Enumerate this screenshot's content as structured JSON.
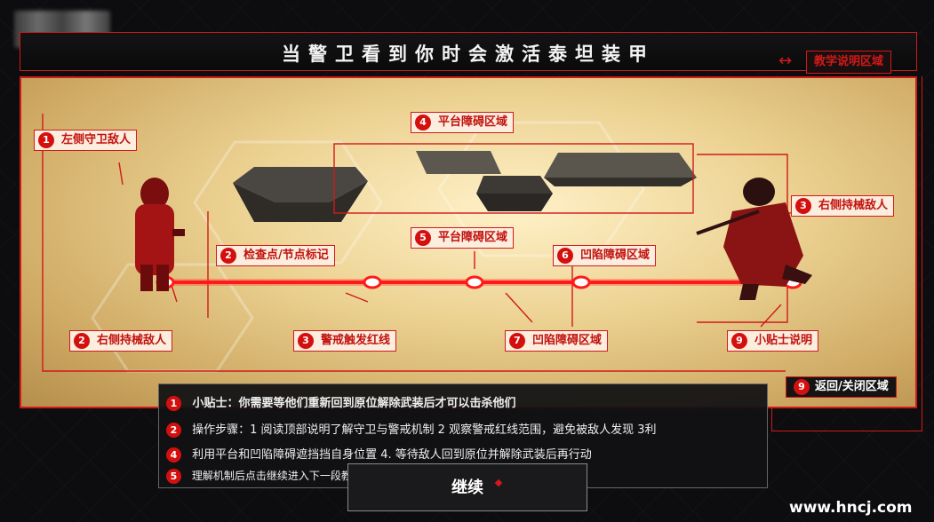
{
  "header": {
    "title": "当警卫看到你时会激活泰坦装甲"
  },
  "region_labels": {
    "teach": "教学说明区域",
    "back_close": "返回/关闭区域"
  },
  "annotations": {
    "left_guard": {
      "num": "1",
      "text": "左侧守卫敌人"
    },
    "checkpoint": {
      "num": "2",
      "text": "检查点/节点标记"
    },
    "right_armed_low": {
      "num": "2",
      "text": "右侧持械敌人"
    },
    "alert_line": {
      "num": "3",
      "text": "警戒触发红线"
    },
    "right_armed": {
      "num": "3",
      "text": "右侧持械敌人"
    },
    "platform_top": {
      "num": "4",
      "text": "平台障碍区域"
    },
    "platform_mid": {
      "num": "5",
      "text": "平台障碍区域"
    },
    "pit_upper": {
      "num": "6",
      "text": "凹陷障碍区域"
    },
    "pit_lower": {
      "num": "7",
      "text": "凹陷障碍区域"
    },
    "tips": {
      "num": "9",
      "text": "小贴士说明"
    },
    "back": {
      "num": "9"
    }
  },
  "instructions": [
    {
      "num": "1",
      "text": "小贴士：你需要等他们重新回到原位解除武装后才可以击杀他们"
    },
    {
      "num": "2",
      "text": "操作步骤：1  阅读顶部说明了解守卫与警戒机制 2 观察警戒红线范围，避免被敌人发现  3利"
    },
    {
      "num": "4",
      "text": "利用平台和凹陷障碍遮挡挡自身位置 4. 等待敌人回到原位并解除武装后再行动"
    },
    {
      "num": "5",
      "text": "理解机制后点击继续进入下一段教学"
    }
  ],
  "continue_label": "继续",
  "watermark": "www.hncj.com",
  "colors": {
    "accent": "#d11a1a",
    "stage": "#ecd292"
  },
  "icons": {
    "double_arrow": "↔"
  }
}
